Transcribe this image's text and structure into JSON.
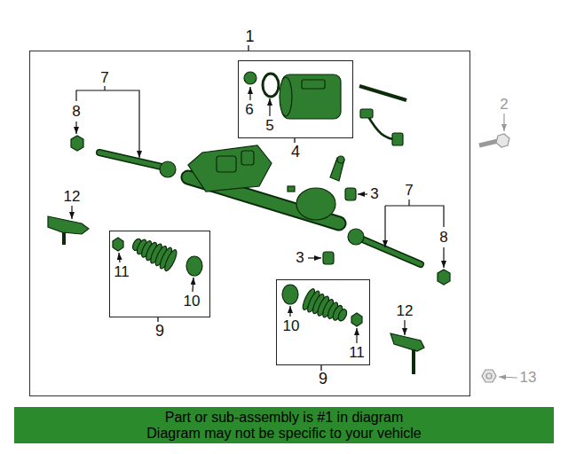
{
  "diagram": {
    "nodes": [
      {
        "text": [
          "1"
        ]
      },
      {
        "text": [
          "4"
        ],
        "in": 0
      },
      {
        "text": [
          "9"
        ],
        "in": 0
      },
      {
        "text": [
          "9"
        ],
        "in": 0
      },
      {
        "text": [
          "Part or sub-assembly is #1 in diagram",
          "Diagram may not be specific to your vehicle"
        ]
      }
    ],
    "labels": [
      "7",
      "8",
      "6",
      "5",
      "2",
      "3",
      "7",
      "12",
      "8",
      "3",
      "11",
      "10",
      "12",
      "10",
      "11",
      "13"
    ]
  }
}
